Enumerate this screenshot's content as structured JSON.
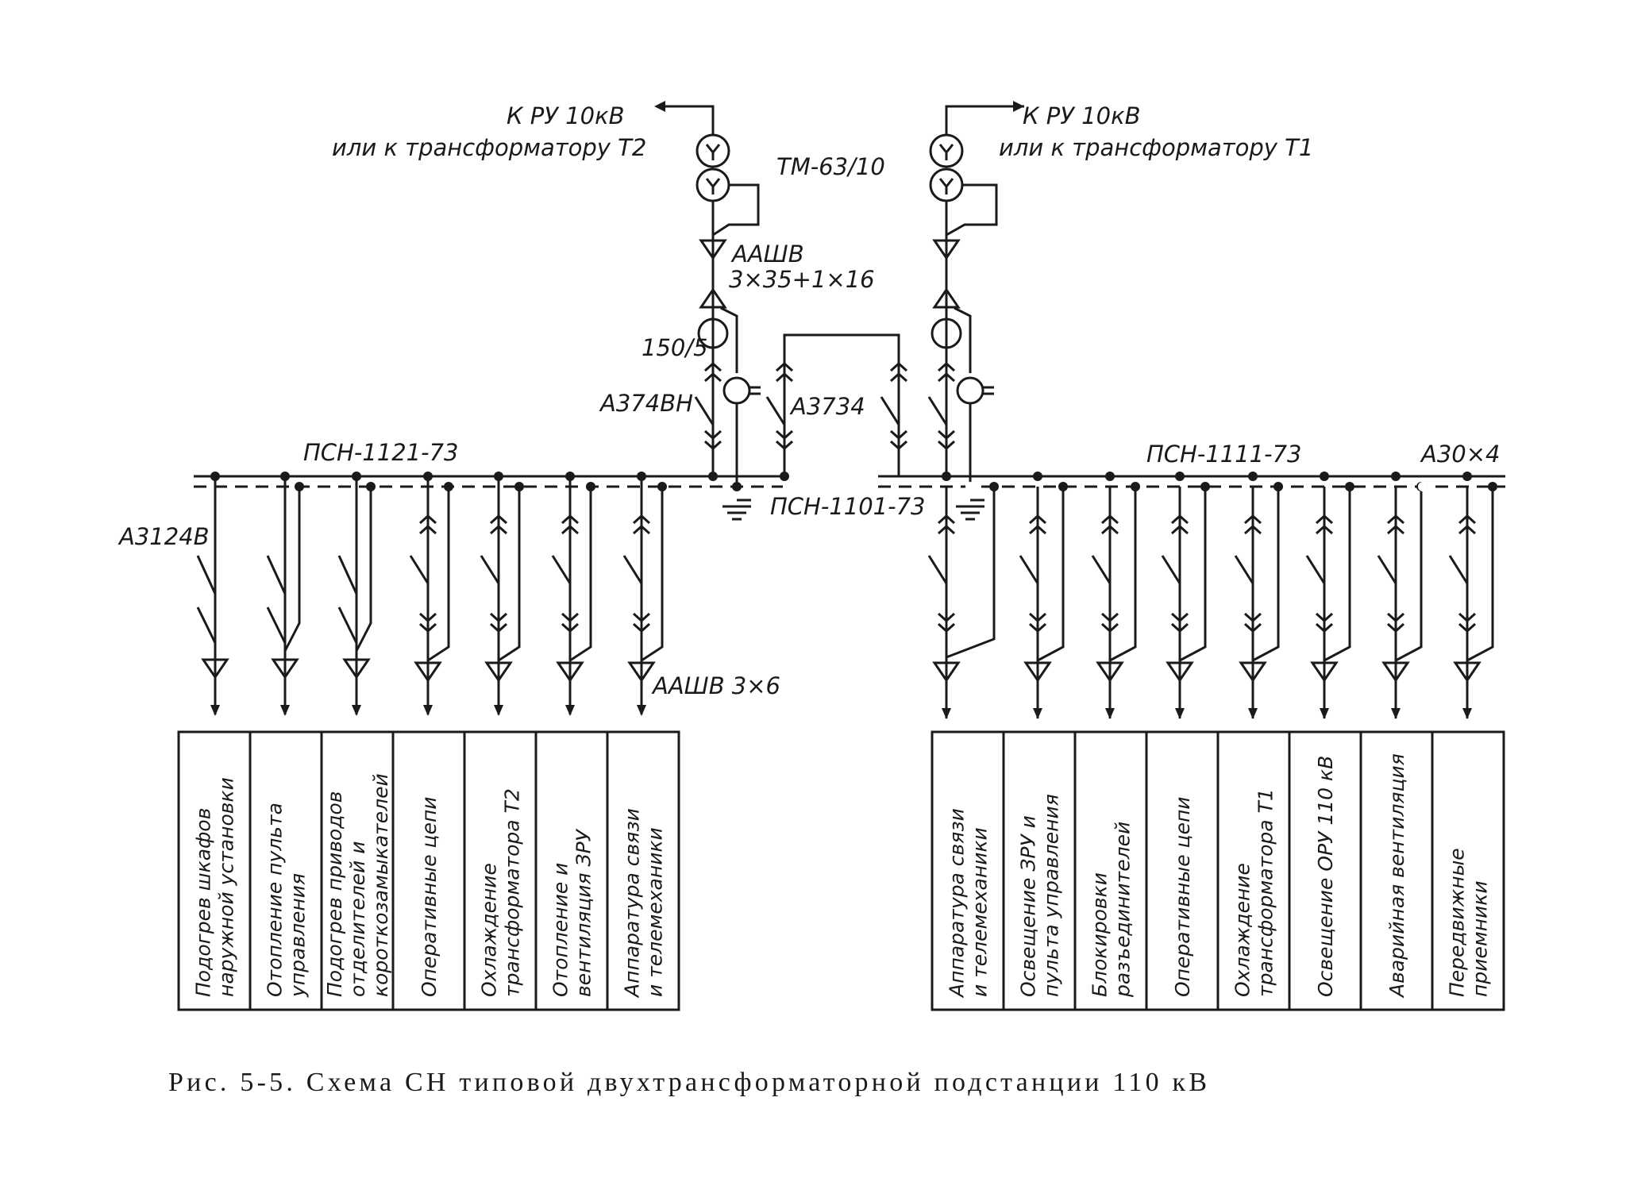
{
  "labels": {
    "feed_left": "К РУ 10кВ",
    "feed_left_2": "или к трансформатору Т2",
    "feed_right": "К РУ 10кВ",
    "feed_right_2": "или к трансформатору Т1",
    "transformer": "ТМ-63/10",
    "cable_1": "ААШВ",
    "cable_2": "3×35+1×16",
    "ct": "150/5",
    "breaker_left": "А374ВН",
    "tie_breaker": "А3734",
    "panel_left": "ПСН-1121-73",
    "panel_right": "ПСН-1111-73",
    "panel_mid": "ПСН-1101-73",
    "fuse": "А30×4",
    "feeder_breaker": "А3124В",
    "feeder_cable": "ААШВ 3×6"
  },
  "left_loads": [
    [
      "Подогрев шкафов",
      "наружной установки"
    ],
    [
      "Отопление пульта",
      "управления"
    ],
    [
      "Подогрев приводов",
      "отделителей и",
      "короткозамыкателей"
    ],
    [
      "Оперативные цепи"
    ],
    [
      "Охлаждение",
      "трансформатора Т2"
    ],
    [
      "Отопление и",
      "вентиляция ЗРУ"
    ],
    [
      "Аппаратура связи",
      "и телемеханики"
    ]
  ],
  "right_loads": [
    [
      "Аппаратура связи",
      "и телемеханики"
    ],
    [
      "Освещение ЗРУ и",
      "пульта управления"
    ],
    [
      "Блокировки",
      "разъединителей"
    ],
    [
      "Оперативные цепи"
    ],
    [
      "Охлаждение",
      "трансформатора Т1"
    ],
    [
      "Освещение ОРУ 110 кВ"
    ],
    [
      "Аварийная вентиляция"
    ],
    [
      "Передвижные",
      "приемники"
    ]
  ],
  "caption": "Рис. 5-5. Схема СН типовой двухтрансформаторной подстанции 110 кВ"
}
